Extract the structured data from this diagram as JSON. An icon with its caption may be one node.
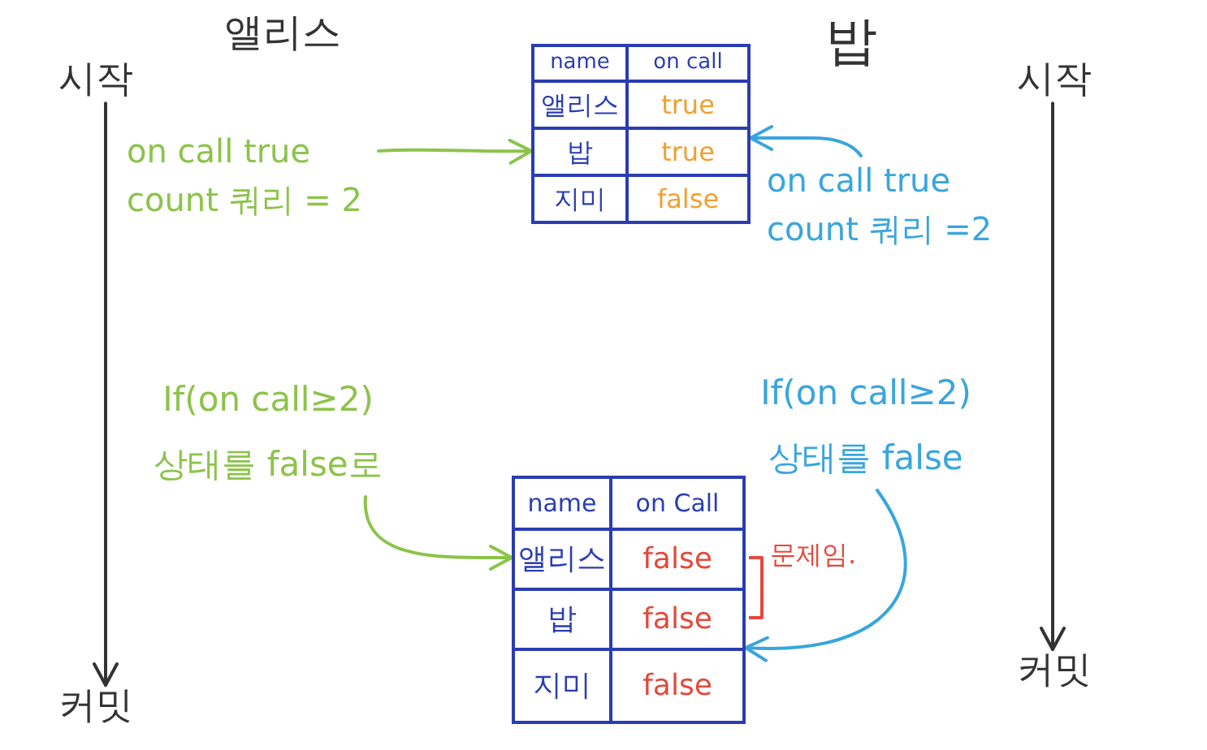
{
  "diagram": {
    "nodes": [
      {
        "text": [
          "시작"
        ]
      },
      {
        "text": [
          "커밋"
        ]
      },
      {
        "text": [
          "시작"
        ]
      },
      {
        "text": [
          "커밋"
        ]
      },
      {
        "text": [
          "on call true count 쿼리 = 2"
        ]
      },
      {
        "text": [
          "name",
          "on call",
          "앨리스",
          "true",
          "밥",
          "true",
          "지미",
          "false"
        ]
      },
      {
        "text": [
          "on call true count 쿼리 =2"
        ]
      },
      {
        "text": [
          "If(on call≥2) 상태를 false로"
        ]
      },
      {
        "text": [
          "name",
          "on Call",
          "앨리스",
          "false",
          "밥",
          "false",
          "지미",
          "false"
        ]
      },
      {
        "text": [
          "If(on call≥2) 상태를 false"
        ]
      }
    ],
    "edges": [
      {
        "from": 0,
        "to": 1,
        "arrow": "to"
      },
      {
        "from": 2,
        "to": 3,
        "arrow": "to"
      },
      {
        "from": 4,
        "to": 5,
        "arrow": "to",
        "color": "#8cc34a"
      },
      {
        "from": 6,
        "to": 5,
        "arrow": "to",
        "color": "#3aa5dd"
      },
      {
        "from": 7,
        "to": 8,
        "arrow": "to",
        "color": "#8cc34a"
      },
      {
        "from": 9,
        "to": 8,
        "arrow": "to",
        "color": "#3aa5dd"
      }
    ],
    "labels": [
      "앨리스",
      "밥",
      "문제임."
    ]
  }
}
